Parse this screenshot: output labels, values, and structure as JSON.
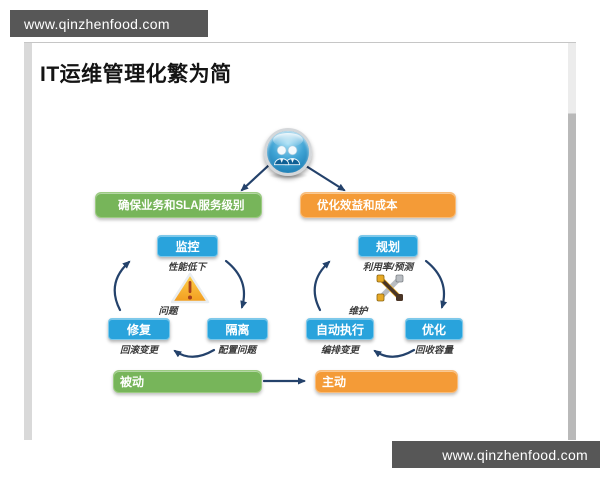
{
  "watermarks": {
    "top": "www.qinzhenfood.com",
    "bottom": "www.qinzhenfood.com"
  },
  "title": "IT运维管理化繁为简",
  "center_icon": "users-orb-icon",
  "left_flow": {
    "banner": "确保业务和SLA服务级别",
    "top": {
      "label": "监控",
      "caption": "性能低下"
    },
    "right": {
      "label": "隔离",
      "caption": "配置问题"
    },
    "left": {
      "label": "修复",
      "caption": "回滚变更"
    },
    "center": {
      "caption": "问题",
      "icon": "warning-triangle-icon"
    },
    "result": "被动"
  },
  "right_flow": {
    "banner": "优化效益和成本",
    "top": {
      "label": "规划",
      "caption": "利用率/预测"
    },
    "right": {
      "label": "优化",
      "caption": "回收容量"
    },
    "left": {
      "label": "自动执行",
      "caption": "编排变更"
    },
    "center": {
      "caption": "维护",
      "icon": "tools-icon"
    },
    "result": "主动"
  },
  "colors": {
    "green": "#77b55a",
    "orange": "#f49b37",
    "node_blue": "#29a3dc",
    "arrow_navy": "#24426b",
    "watermark_bg": "#575757",
    "warning_yellow": "#f5a623"
  }
}
